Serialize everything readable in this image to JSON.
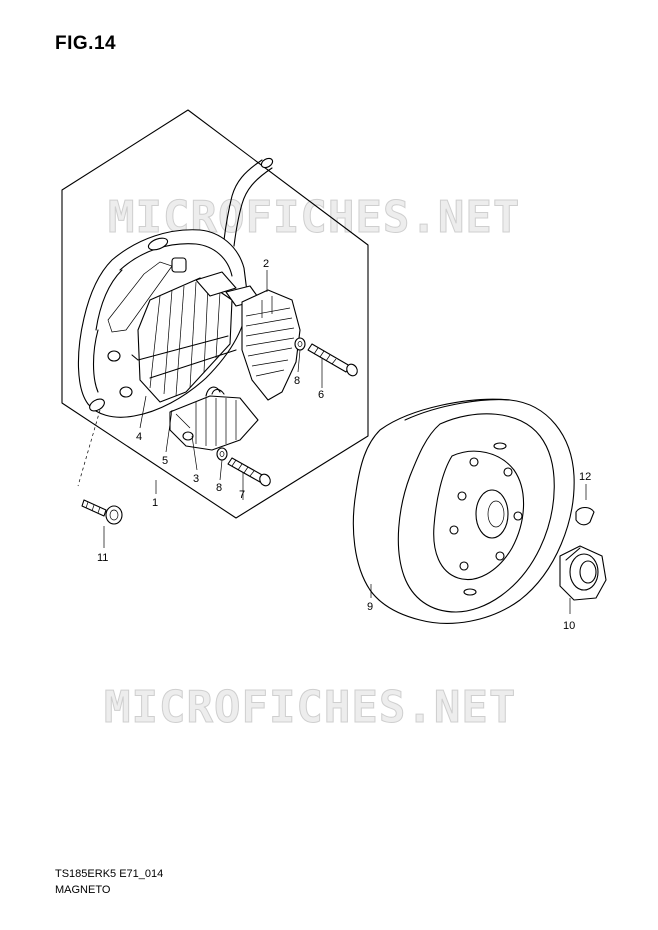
{
  "figure": {
    "title": "FIG.14",
    "code": "TS185ERK5 E71_014",
    "name": "MAGNETO"
  },
  "watermark": {
    "text": "MICROFICHES.NET"
  },
  "callouts": {
    "c1": "1",
    "c2": "2",
    "c3": "3",
    "c4": "4",
    "c5": "5",
    "c6": "6",
    "c7": "7",
    "c8a": "8",
    "c8b": "8",
    "c9": "9",
    "c10": "10",
    "c11": "11",
    "c12": "12"
  }
}
